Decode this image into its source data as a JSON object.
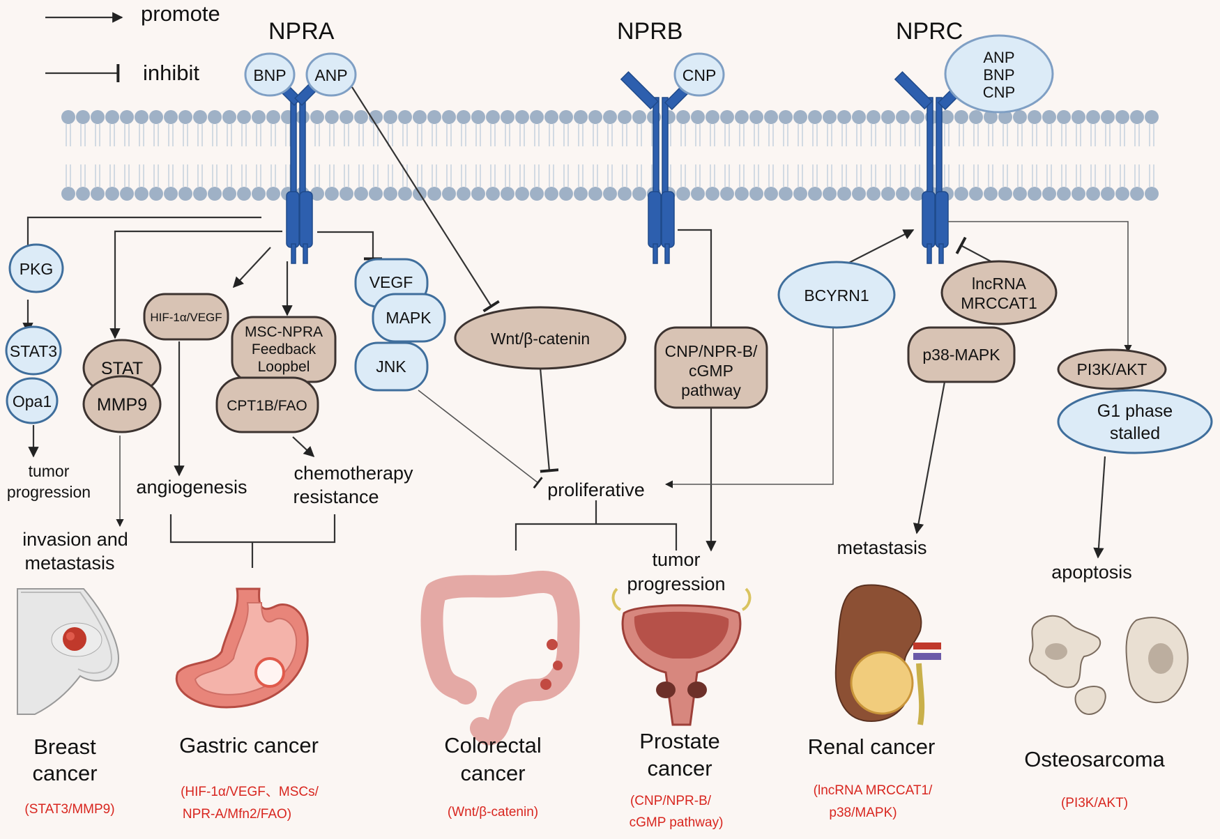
{
  "legend": {
    "promote": "promote",
    "inhibit": "inhibit"
  },
  "receptors": {
    "npra": "NPRA",
    "nprb": "NPRB",
    "nprc": "NPRC"
  },
  "ligands": {
    "bnp": "BNP",
    "anp": "ANP",
    "cnp": "CNP",
    "nprc_anp": "ANP",
    "nprc_bnp": "BNP",
    "nprc_cnp": "CNP"
  },
  "nodes": {
    "pkg": "PKG",
    "stat3": "STAT3",
    "opa1": "Opa1",
    "stat": "STAT",
    "mmp9": "MMP9",
    "hif": "HIF-1α/VEGF",
    "msc1": "MSC-NPRA",
    "msc2": "Feedback",
    "msc3": "Loopbel",
    "cpt": "CPT1B/FAO",
    "vegf": "VEGF",
    "mapk": "MAPK",
    "jnk": "JNK",
    "wnt": "Wnt/β-catenin",
    "cnp1": "CNP/NPR-B/",
    "cnp2": "cGMP",
    "cnp3": "pathway",
    "bcyrn": "BCYRN1",
    "lnc1": "lncRNA",
    "lnc2": "MRCCAT1",
    "p38": "p38-MAPK",
    "pi3k": "PI3K/AKT",
    "g1a": "G1 phase",
    "g1b": "stalled"
  },
  "outcomes": {
    "tumor1a": "tumor",
    "tumor1b": "progression",
    "invasion1": "invasion and",
    "invasion2": "metastasis",
    "angio": "angiogenesis",
    "chemo1": "chemotherapy",
    "chemo2": "resistance",
    "prolif": "proliferative",
    "tumor2a": "tumor",
    "tumor2b": "progression",
    "metastasis": "metastasis",
    "apoptosis": "apoptosis"
  },
  "cancers": {
    "breast1": "Breast",
    "breast2": "cancer",
    "breast_sub": "(STAT3/MMP9)",
    "gastric": "Gastric cancer",
    "gastric_sub1": "(HIF-1α/VEGF、MSCs/",
    "gastric_sub2": "NPR-A/Mfn2/FAO)",
    "colorectal1": "Colorectal",
    "colorectal2": "cancer",
    "colorectal_sub": "(Wnt/β-catenin)",
    "prostate1": "Prostate",
    "prostate2": "cancer",
    "prostate_sub1": "(CNP/NPR-B/",
    "prostate_sub2": "cGMP pathway)",
    "renal": "Renal cancer",
    "renal_sub1": "(lncRNA MRCCAT1/",
    "renal_sub2": "p38/MAPK)",
    "osteo": "Osteosarcoma",
    "osteo_sub": "(PI3K/AKT)"
  },
  "colors": {
    "receptor": "#2d5fae",
    "membrane": "#9fb1c6",
    "node_blue": "#dcebf7",
    "node_tan": "#d8c3b4",
    "subtitle_red": "#d8261f",
    "background": "#fbf6f3"
  }
}
